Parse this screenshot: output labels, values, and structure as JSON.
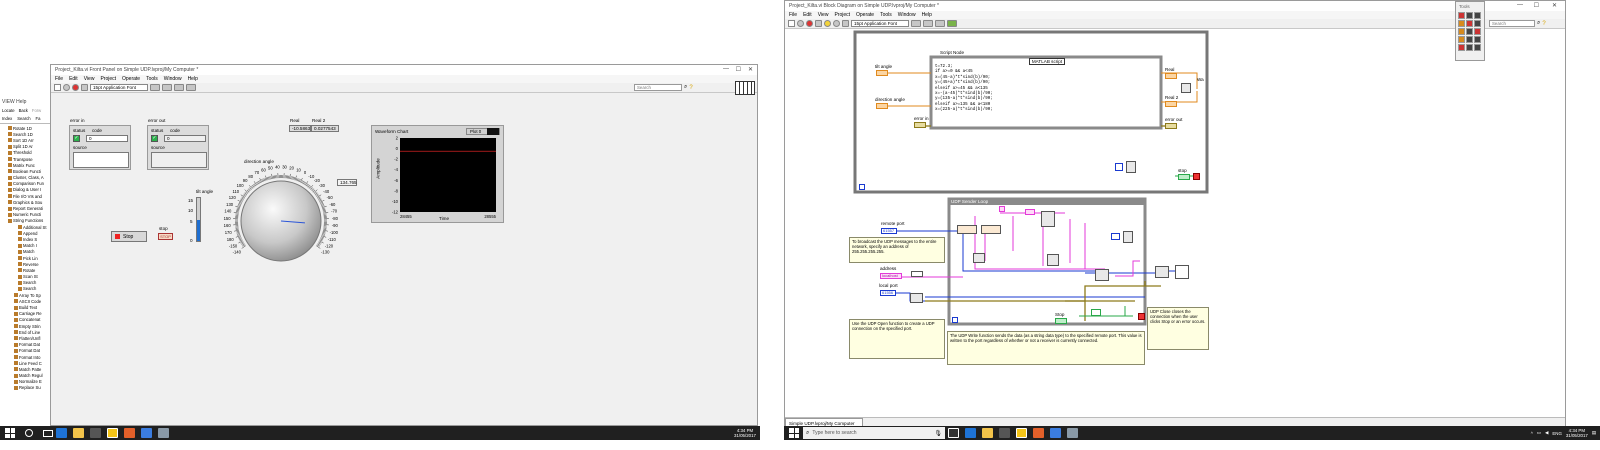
{
  "help_window": {
    "title": "VIEW Help",
    "toolbar": [
      "Locate",
      "Back",
      "Forw"
    ],
    "tabs": [
      "Index",
      "Search",
      "Fa"
    ],
    "tree": [
      "Rotate 1D",
      "Search 1D",
      "Sort 1D Arr",
      "Split 1D Ar",
      "Threshold",
      "Transpose",
      "Matrix Func",
      "Boolean Functi",
      "Cluster, Class, A",
      "Comparison Fun",
      "Dialog & User I",
      "File I/O VIs and",
      "Graphics & Sou",
      "Report Generati",
      "Numeric Functi",
      "String Functions",
      "Additional St",
      "Append",
      "Index S",
      "Match I",
      "Match",
      "Pick Lin",
      "Reverse",
      "Rotate",
      "Scan St",
      "Search",
      "Search",
      "Array To Sp",
      "ASCII Code",
      "Build Text",
      "Carriage Re",
      "Concatenat",
      "Empty Strin",
      "End of Line",
      "Flatten/Unfl",
      "Format Dat",
      "Format Dat",
      "Format Into",
      "Line Feed C",
      "Match Patte",
      "Match Regul",
      "Normalize E",
      "Replace Su"
    ]
  },
  "front_panel": {
    "title": "Project_Kilta.vi Front Panel on Simple UDP.lvproj/My Computer *",
    "menu": [
      "File",
      "Edit",
      "View",
      "Project",
      "Operate",
      "Tools",
      "Window",
      "Help"
    ],
    "font_select": "15pt Application Font",
    "search_placeholder": "Search",
    "error_in": {
      "label": "error in",
      "status": "status",
      "code": "code",
      "code_value": "0",
      "source": "source"
    },
    "error_out": {
      "label": "error out",
      "status": "status",
      "code": "code",
      "code_value": "0",
      "source": "source"
    },
    "real_label": "Real",
    "real_value": "-10.5863",
    "real2_label": "Real 2",
    "real2_value": "0.0277543",
    "tilt_label": "tilt angle",
    "tilt_scale": [
      "15",
      "10",
      "5",
      "0"
    ],
    "stop_button": "Stop",
    "stop_indicator_label": "stop",
    "stop_indicator_value": "STOP",
    "direction_label": "direction angle",
    "direction_value": "134.765",
    "dial_ticks": [
      "-140",
      "-150",
      "180",
      "170",
      "160",
      "150",
      "140",
      "130",
      "120",
      "110",
      "100",
      "90",
      "80",
      "70",
      "60",
      "50",
      "40",
      "30",
      "20",
      "10",
      "0",
      "-10",
      "-20",
      "-30",
      "-40",
      "-50",
      "-60",
      "-70",
      "-80",
      "-90",
      "-100",
      "-110",
      "-120",
      "-130"
    ],
    "chart": {
      "title": "Waveform Chart",
      "plot_legend": "Plot 0",
      "ylabel": "Amplitude",
      "xlabel": "Time",
      "x_start": "28455",
      "x_end": "28555",
      "y_ticks": [
        "2",
        "0",
        "-2",
        "-4",
        "-6",
        "-8",
        "-10",
        "-12"
      ],
      "line_color": "#ff2a2a"
    }
  },
  "block_diagram": {
    "title": "Project_Kilta.vi Block Diagram on Simple UDP.lvproj/My Computer *",
    "menu": [
      "File",
      "Edit",
      "View",
      "Project",
      "Operate",
      "Tools",
      "Window",
      "Help"
    ],
    "font_select": "15pt Application Font",
    "search_placeholder": "Search",
    "tools_palette": "Tools",
    "script_node_label": "Script Node",
    "matlab_label": "MATLAB script",
    "script_lines": [
      "t=72.3;",
      "if a>=0 && a<45",
      "x=(45-a)*t*sind(b)/90;",
      "y=(45+a)*t*sind(b)/90;",
      "elseif a>=45 && a<135",
      "x=-(a-45)*t*sind(b)/90;",
      "y=(135-a)*t*sind(b)/90;",
      "elseif a>=135 && a<180",
      "x=(225-a)*t*sind(b)/90;"
    ],
    "tilt_angle": "tilt angle",
    "direction_angle": "direction angle",
    "error_in": "error in",
    "error_out": "error out",
    "real_term": "Real",
    "real2_term": "Real 2",
    "wa_term": "Wa",
    "stop_term": "stop",
    "udp_loop_label": "UDP Sender Loop",
    "remote_port_label": "remote port",
    "remote_port_value": "61557",
    "address_label": "address",
    "address_value": "localhost",
    "local_port_label": "local port",
    "local_port_value": "61556",
    "stop_label": "Stop",
    "note_broadcast": "To broadcast the UDP messages to the entire network, specify an address of 255.255.255.255.",
    "note_open": "Use the UDP Open function to create a UDP connection on the specified port.",
    "note_write": "The UDP Write function sends the data (as a string data type) to the specified remote port. This value is written to the port regardless of whether or not a receiver is currently connected.",
    "note_close": "UDP Close closes the connection when the user clicks Stop or an error occurs.",
    "status_path": "Simple UDP.lvproj/My Computer"
  },
  "taskbar": {
    "search_placeholder": "Type here to search",
    "time_left": "4:34 PM",
    "date_left": "31/05/2017",
    "time_right": "4:34 PM",
    "date_right": "31/05/2017",
    "lang": "ENG"
  }
}
